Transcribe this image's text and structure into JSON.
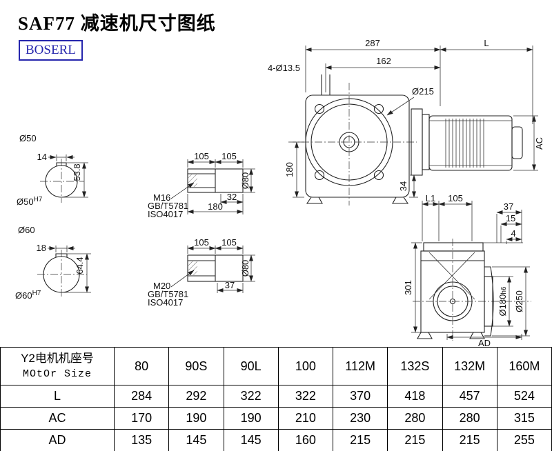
{
  "page": {
    "title": "SAF77 减速机尺寸图纸",
    "brand": "BOSERL"
  },
  "front_view": {
    "dim_287": "287",
    "dim_L": "L",
    "dim_162": "162",
    "holes": "4-Ø13.5",
    "flange_dia": "Ø215",
    "dim_180": "180",
    "dim_34": "34",
    "dim_AC": "AC"
  },
  "shaft50": {
    "dia": "Ø50",
    "key_w": "14",
    "key_h": "53.8",
    "bore": "Ø50",
    "bore_tol": "H7"
  },
  "shaft60": {
    "dia": "Ø60",
    "key_w": "18",
    "key_h": "64.4",
    "bore": "Ø60",
    "bore_tol": "H7"
  },
  "detail_m16": {
    "dim_105a": "105",
    "dim_105b": "105",
    "thread": "M16",
    "std1": "GB/T5781",
    "std2": "ISO4017",
    "dim_32": "32",
    "dim_180": "180",
    "dia": "Ø80"
  },
  "detail_m20": {
    "dim_105a": "105",
    "dim_105b": "105",
    "thread": "M20",
    "std1": "GB/T5781",
    "std2": "ISO4017",
    "dim_37": "37",
    "dia": "Ø80"
  },
  "side_view": {
    "dim_L1": "L1",
    "dim_105": "105",
    "dim_37": "37",
    "dim_15": "15",
    "dim_4": "4",
    "dim_301": "301",
    "hub_dia": "Ø180",
    "hub_tol": "h6",
    "flange_dia": "Ø250",
    "dim_AD": "AD"
  },
  "table": {
    "header_cn": "Y2电机机座号",
    "header_en": "MOtOr Size",
    "sizes": [
      "80",
      "90S",
      "90L",
      "100",
      "112M",
      "132S",
      "132M",
      "160M"
    ],
    "rows": [
      {
        "label": "L",
        "values": [
          "284",
          "292",
          "322",
          "322",
          "370",
          "418",
          "457",
          "524"
        ]
      },
      {
        "label": "AC",
        "values": [
          "170",
          "190",
          "190",
          "210",
          "230",
          "280",
          "280",
          "315"
        ]
      },
      {
        "label": "AD",
        "values": [
          "135",
          "145",
          "145",
          "160",
          "215",
          "215",
          "215",
          "255"
        ]
      }
    ]
  }
}
